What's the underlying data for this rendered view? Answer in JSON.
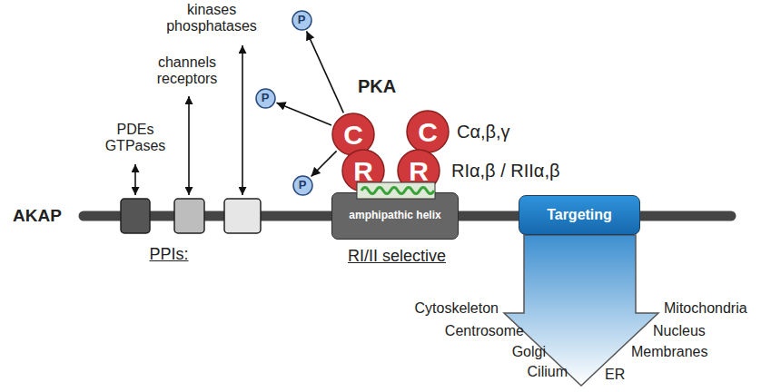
{
  "diagram": {
    "nodes": [
      {
        "text": [
          "P"
        ]
      },
      {
        "text": [
          "P"
        ]
      },
      {
        "text": [
          "P"
        ]
      },
      {
        "text": [
          "C"
        ]
      },
      {
        "text": [
          "C"
        ]
      },
      {
        "text": [
          "R"
        ]
      },
      {
        "text": [
          "R"
        ]
      },
      {
        "text": [
          "amphipathic helix"
        ]
      },
      {
        "text": [
          "Targeting"
        ]
      }
    ],
    "edges": [
      {
        "from": 3,
        "to": 0,
        "arrow": "to"
      },
      {
        "from": 3,
        "to": 1,
        "arrow": "to"
      },
      {
        "from": 3,
        "to": 2,
        "arrow": "to"
      }
    ],
    "labels": [
      "kinases phosphatases",
      "channels receptors",
      "PDEs GTPases",
      "PKA",
      "Cα,β,γ",
      "RIα,β / RIIα,β",
      "AKAP",
      "PPIs:",
      "RI/II selective",
      "Cytoskeleton",
      "Mitochondria",
      "Centrosome",
      "Nucleus",
      "Golgi",
      "Membranes",
      "Cilium",
      "ER"
    ]
  }
}
